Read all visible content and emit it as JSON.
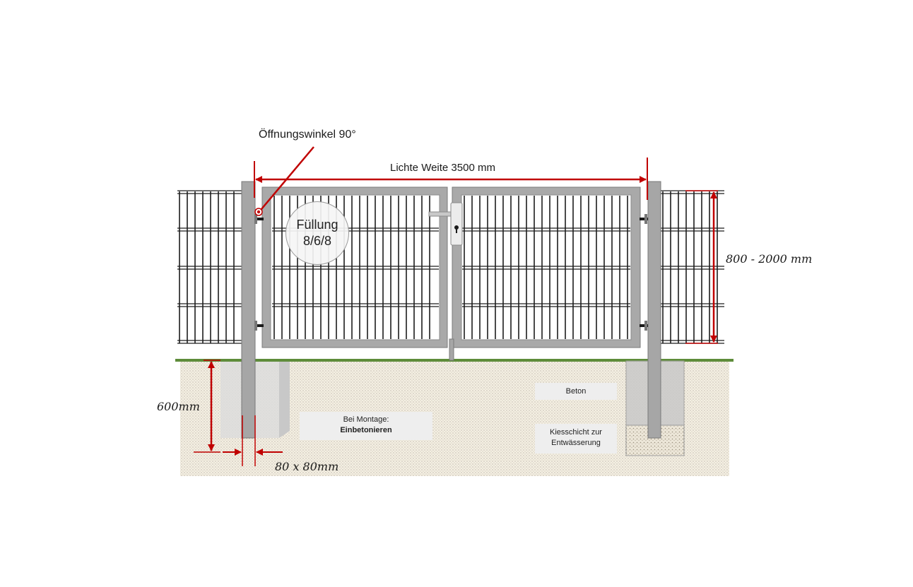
{
  "labels": {
    "opening_angle": "Öffnungswinkel 90°",
    "clear_width": "Lichte Weite  3500 mm",
    "height_range": "800  -  2000  mm",
    "depth": "600mm",
    "post_section": "80  x  80mm",
    "filling_title": "Füllung",
    "filling_value": "8/6/8",
    "mounting_line1": "Bei Montage:",
    "mounting_line2": "Einbetonieren",
    "concrete": "Beton",
    "gravel_line1": "Kiesschicht zur",
    "gravel_line2": "Entwässerung"
  },
  "colors": {
    "dimension": "#c00000",
    "frame": "#a6a6a6",
    "frame_edge": "#7a7a7a",
    "mesh": "#1c1c1c",
    "grass": "#5e8c3a",
    "soil": "#f3eee2"
  }
}
